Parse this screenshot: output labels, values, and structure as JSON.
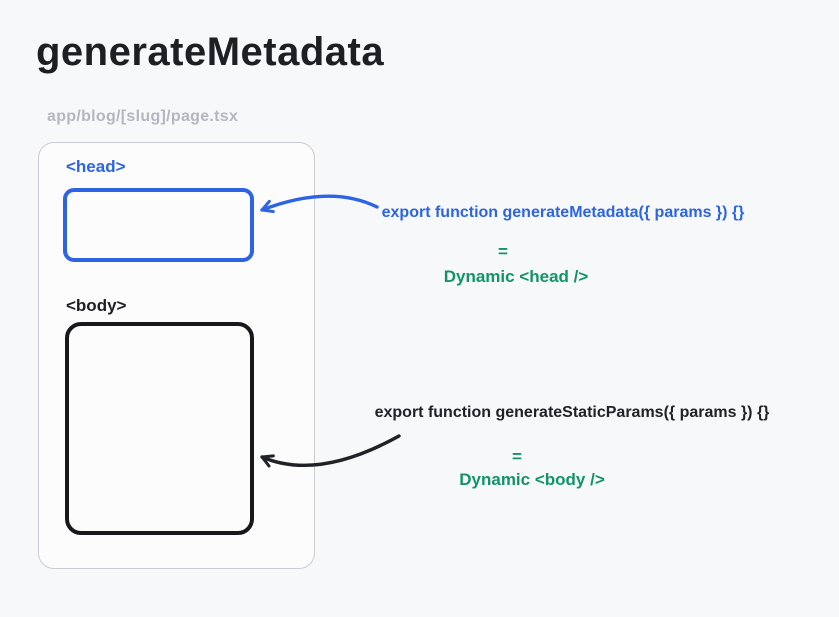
{
  "title": "generateMetadata",
  "file_label": "app/blog/[slug]/page.tsx",
  "card": {
    "head_label": "<head>",
    "body_label": "<body>"
  },
  "metadata_annotation": {
    "code": "export function generateMetadata({ params }) {}",
    "equals": "=",
    "result": "Dynamic <head />"
  },
  "static_params_annotation": {
    "code": "export function generateStaticParams({ params }) {}",
    "equals": "=",
    "result": "Dynamic <body />"
  },
  "colors": {
    "accent_blue": "#2c64e3",
    "accent_green": "#12946b",
    "ink": "#202227",
    "muted_gray": "#b4b7bf",
    "card_border": "#c9ccd2",
    "background": "#f7f8fa"
  }
}
